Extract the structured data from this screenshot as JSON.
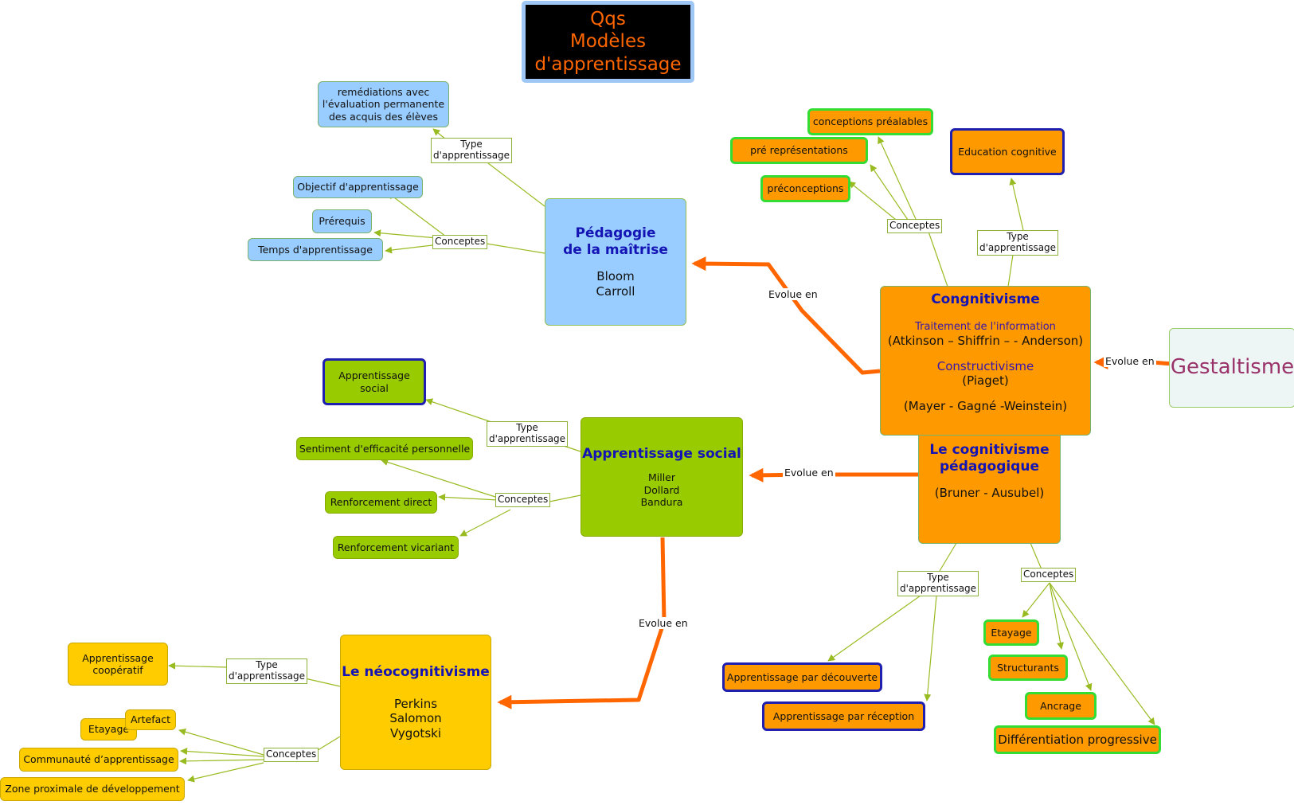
{
  "title": [
    "Qqs",
    "Modèles",
    "d'apprentissage"
  ],
  "colors": {
    "blue": "#99ccff",
    "orange": "#ff9900",
    "green": "#99cc00",
    "yellow": "#ffcc00",
    "evolution_arrow": "#ff6600",
    "thin_connector": "#99bb22",
    "heading_text": "#1414b4"
  },
  "link_labels": {
    "type": [
      "Type",
      "d'apprentissage"
    ],
    "concepts": "Conceptes",
    "evolue": "Evolue en"
  },
  "nodes": {
    "gestaltisme": "Gestaltisme",
    "cognitivisme": {
      "title": "Congnitivisme",
      "line1": "Traitement de l'information",
      "line2": "(Atkinson – Shiffrin –  - Anderson)",
      "line3": "Constructivisme",
      "line4": "(Piaget)",
      "line5": "(Mayer - Gagné -Weinstein)"
    },
    "cognitivisme_ped": {
      "title": [
        "Le cognitivisme",
        "pédagogique"
      ],
      "authors": "(Bruner - Ausubel)"
    },
    "maitrise": {
      "title": [
        "Pédagogie",
        "de la maîtrise"
      ],
      "authors": [
        "Bloom",
        "Carroll"
      ]
    },
    "social": {
      "title": "Apprentissage social",
      "authors": [
        "Miller",
        "Dollard",
        "Bandura"
      ]
    },
    "neo": {
      "title": "Le néocognitivisme",
      "authors": [
        "Perkins",
        "Salomon",
        "Vygotski"
      ]
    },
    "remediations": [
      "remédiations  avec",
      "l'évaluation permanente",
      "des acquis des élèves"
    ],
    "objectif": "Objectif d'apprentissage",
    "prerequis": "Prérequis",
    "temps": "Temps d'apprentissage",
    "conceptions": "conceptions préalables",
    "pre_repr": "pré représentations",
    "preconceptions": "préconceptions",
    "education": "Education cognitive",
    "app_social": [
      "Apprentissage",
      "social"
    ],
    "sentiment": "Sentiment d'efficacité personnelle",
    "renf_direct": "Renforcement direct",
    "renf_vicariant": "Renforcement vicariant",
    "decouverte": "Apprentissage par découverte",
    "reception": "Apprentissage par réception",
    "etayage": "Etayage",
    "structurants": "Structurants",
    "ancrage": "Ancrage",
    "differentiation": "Différentiation progressive",
    "cooperatif": [
      "Apprentissage",
      "coopératif"
    ],
    "artefact": "Artefact",
    "etayage2": "Etayage",
    "communaute": "Communauté d’apprentissage",
    "zone": "Zone proximale de développement"
  }
}
